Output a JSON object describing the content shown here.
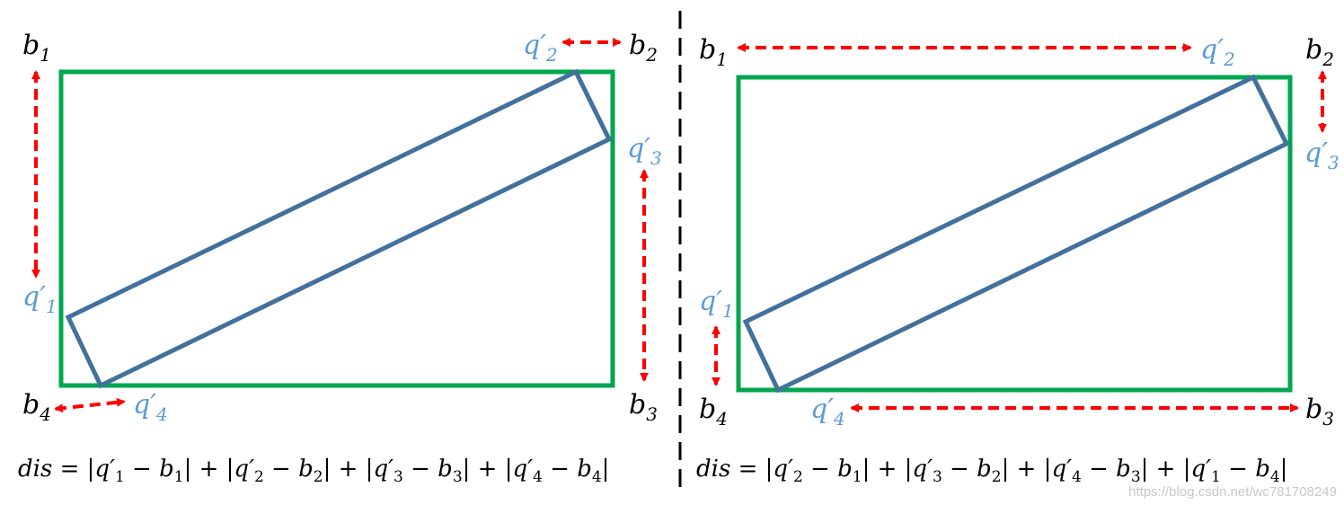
{
  "colors": {
    "box": "#00a650",
    "rotated": "#41719c",
    "arrow": "#ff0000",
    "q_label": "#5b9bd5",
    "b_label": "#000000",
    "divider": "#000000"
  },
  "left": {
    "b1": {
      "base": "b",
      "sub": "1"
    },
    "b2": {
      "base": "b",
      "sub": "2"
    },
    "b3": {
      "base": "b",
      "sub": "3"
    },
    "b4": {
      "base": "b",
      "sub": "4"
    },
    "q1": {
      "base": "q′",
      "sub": "1"
    },
    "q2": {
      "base": "q′",
      "sub": "2"
    },
    "q3": {
      "base": "q′",
      "sub": "3"
    },
    "q4": {
      "base": "q′",
      "sub": "4"
    },
    "formula": {
      "lhs": "dis",
      "eq": " = |",
      "t1": "q′",
      "t1s": "1",
      "m1": " − ",
      "b1": "b",
      "b1s": "1",
      "p1": "| + |",
      "t2": "q′",
      "t2s": "2",
      "m2": " − ",
      "b2": "b",
      "b2s": "2",
      "p2": "| + |",
      "t3": "q′",
      "t3s": "3",
      "m3": " − ",
      "b3": "b",
      "b3s": "3",
      "p3": "| + |",
      "t4": "q′",
      "t4s": "4",
      "m4": " − ",
      "b4": "b",
      "b4s": "4",
      "end": "|"
    }
  },
  "right": {
    "b1": {
      "base": "b",
      "sub": "1"
    },
    "b2": {
      "base": "b",
      "sub": "2"
    },
    "b3": {
      "base": "b",
      "sub": "3"
    },
    "b4": {
      "base": "b",
      "sub": "4"
    },
    "q1": {
      "base": "q′",
      "sub": "1"
    },
    "q2": {
      "base": "q′",
      "sub": "2"
    },
    "q3": {
      "base": "q′",
      "sub": "3"
    },
    "q4": {
      "base": "q′",
      "sub": "4"
    },
    "formula": {
      "lhs": "dis",
      "eq": " = |",
      "t1": "q′",
      "t1s": "2",
      "m1": " − ",
      "b1": "b",
      "b1s": "1",
      "p1": "| + |",
      "t2": "q′",
      "t2s": "3",
      "m2": " − ",
      "b2": "b",
      "b2s": "2",
      "p2": "| + |",
      "t3": "q′",
      "t3s": "4",
      "m3": " − ",
      "b3": "b",
      "b3s": "3",
      "p3": "| + |",
      "t4": "q′",
      "t4s": "1",
      "m4": " − ",
      "b4": "b",
      "b4s": "4",
      "end": "|"
    }
  },
  "watermark": "https://blog.csdn.net/wc781708249"
}
